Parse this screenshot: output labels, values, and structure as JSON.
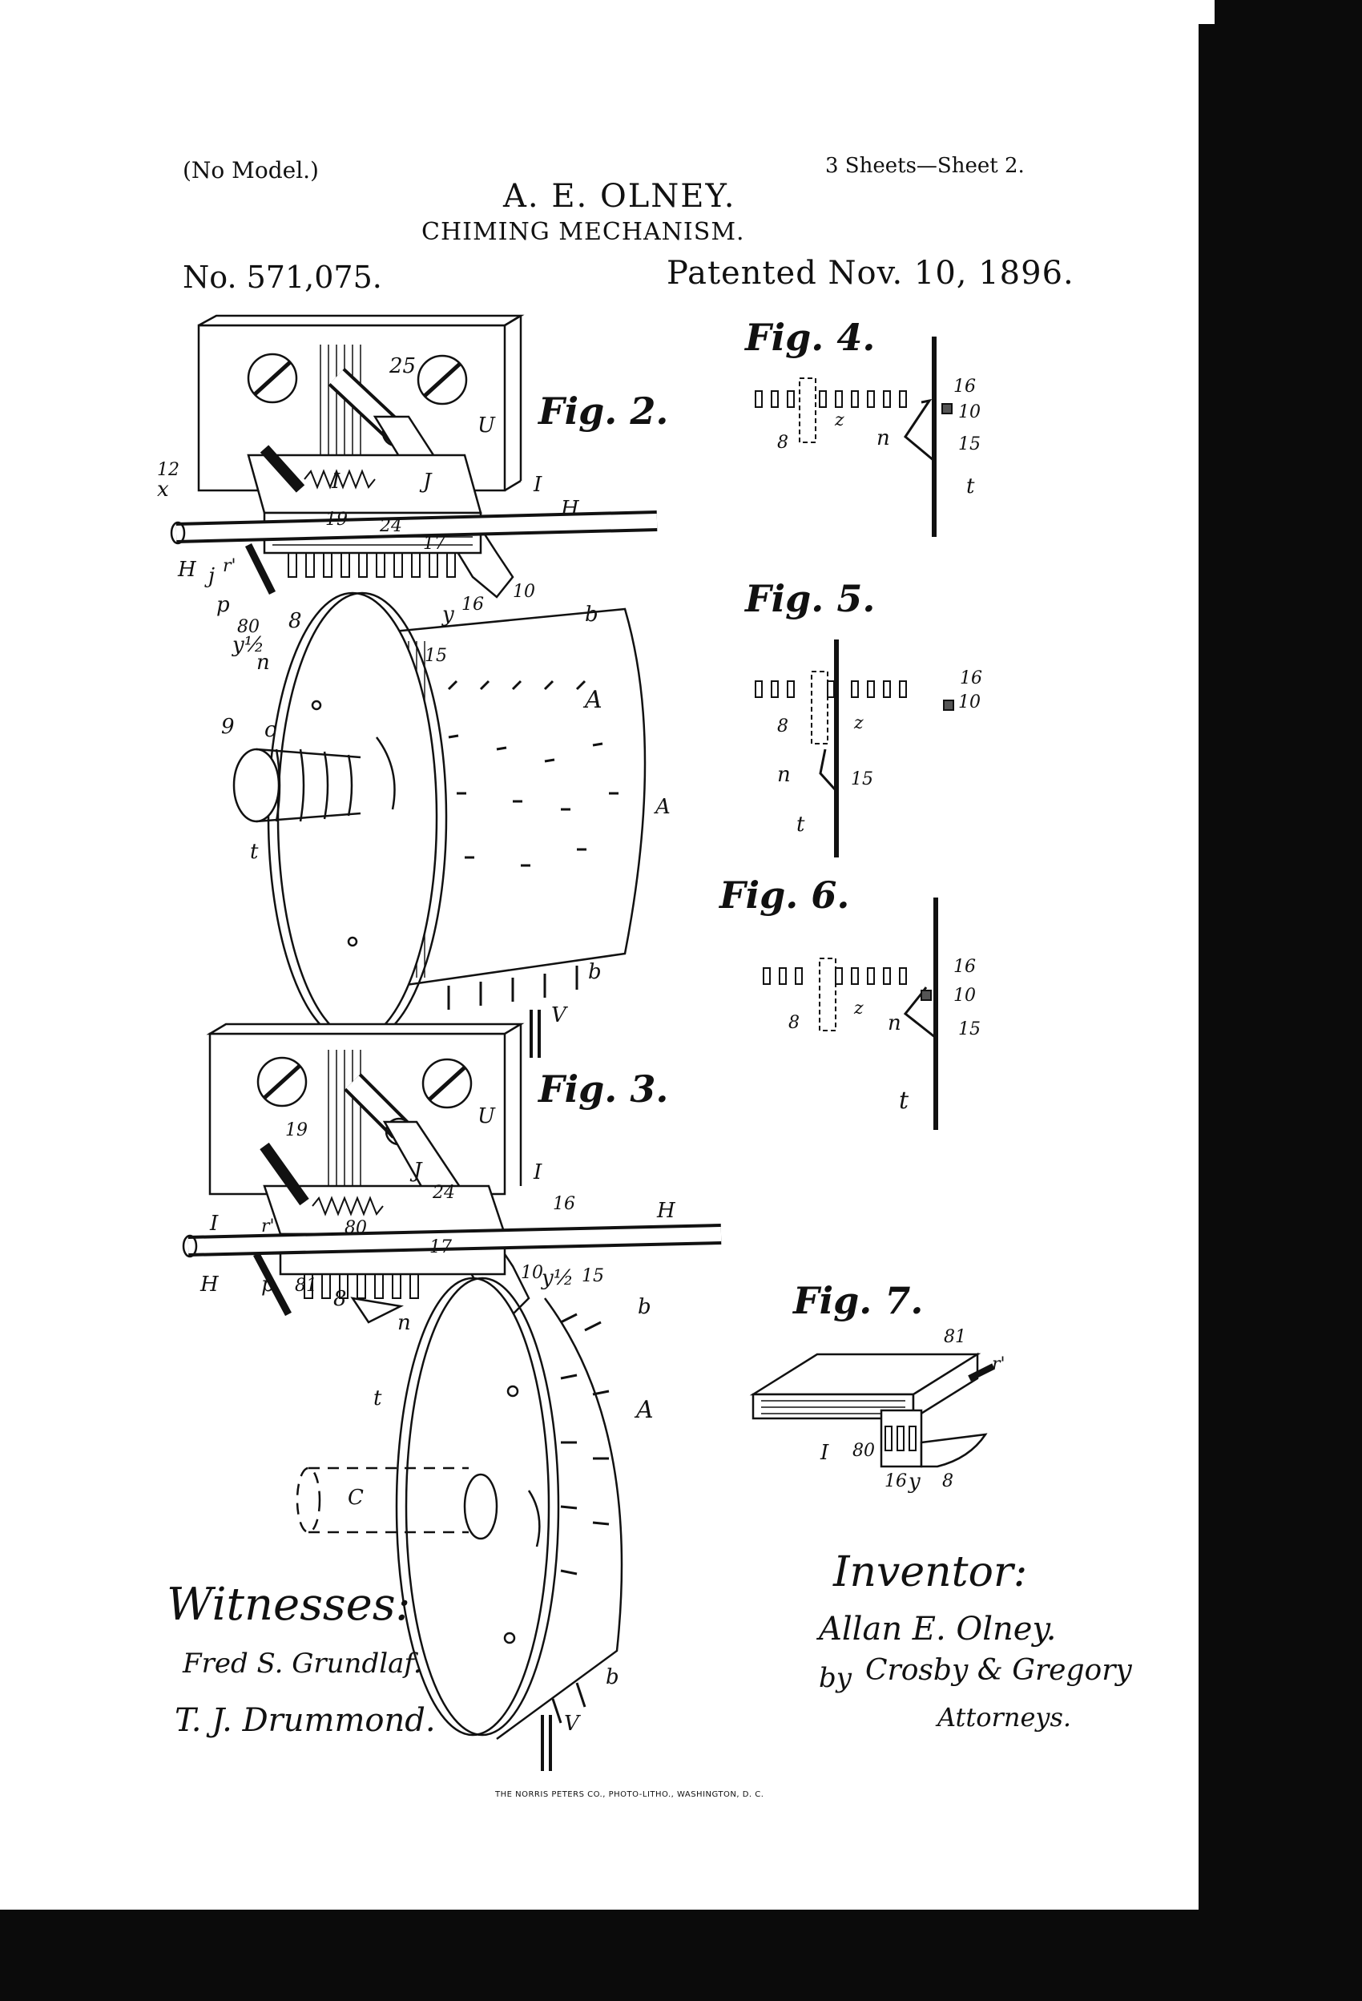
{
  "header": {
    "model_note": "(No Model.)",
    "inventor_name": "A. E. OLNEY.",
    "title": "CHIMING MECHANISM.",
    "patent_number": "No. 571,075.",
    "sheet_info": "3 Sheets—Sheet 2.",
    "patent_date": "Patented Nov. 10, 1896."
  },
  "figures": {
    "fig2": "Fig. 2.",
    "fig3": "Fig. 3.",
    "fig4": "Fig. 4.",
    "fig5": "Fig. 5.",
    "fig6": "Fig. 6.",
    "fig7": "Fig. 7."
  },
  "fig2_labels": {
    "n25": "25",
    "U": "U",
    "n12": "12",
    "x": "x",
    "I1": "I",
    "J": "J",
    "I2": "I",
    "H": "H",
    "n19": "19",
    "n24": "24",
    "n17": "17",
    "H2": "H",
    "j": "j",
    "r": "r'",
    "p": "p",
    "n80": "80",
    "n8": "8",
    "y": "y",
    "n16": "16",
    "n10": "10",
    "b": "b",
    "y12": "y½",
    "n15": "15",
    "n": "n",
    "A": "A",
    "n9": "9",
    "c": "c",
    "A2": "A",
    "t": "t",
    "b2": "b",
    "V": "V"
  },
  "fig3_labels": {
    "U": "U",
    "n19": "19",
    "J": "J",
    "I": "I",
    "n24": "24",
    "n16": "16",
    "H": "H",
    "I2": "I",
    "r": "r'",
    "n80": "80",
    "n17": "17",
    "H2": "H",
    "p": "p",
    "n81": "81",
    "n8": "8",
    "n10": "10",
    "y12": "y½",
    "n15": "15",
    "b": "b",
    "n": "n",
    "t": "t",
    "A": "A",
    "c": "C",
    "b2": "b",
    "V": "V"
  },
  "fig4_labels": {
    "n16": "16",
    "n10": "10",
    "n8": "8",
    "z": "z",
    "n": "n",
    "n15": "15",
    "t": "t"
  },
  "fig5_labels": {
    "n16": "16",
    "n10": "10",
    "n8": "8",
    "z": "z",
    "n": "n",
    "n15": "15",
    "t": "t"
  },
  "fig6_labels": {
    "n16": "16",
    "n10": "10",
    "n8": "8",
    "z": "z",
    "n": "n",
    "n15": "15",
    "t": "t"
  },
  "fig7_labels": {
    "n81": "81",
    "r": "r'",
    "I": "I",
    "n80": "80",
    "n16": "16",
    "y": "y",
    "n8": "8"
  },
  "signatures": {
    "witnesses_heading": "Witnesses:",
    "witness1": "Fred S. Grundlaf.",
    "witness2": "T. J. Drummond.",
    "inventor_heading": "Inventor:",
    "inventor": "Allan E. Olney.",
    "by": "by",
    "attorneys": "Crosby & Gregory",
    "attorneys_label": "Attorneys."
  },
  "footer": {
    "lithographer": "THE NORRIS PETERS CO., PHOTO-LITHO., WASHINGTON, D. C."
  }
}
